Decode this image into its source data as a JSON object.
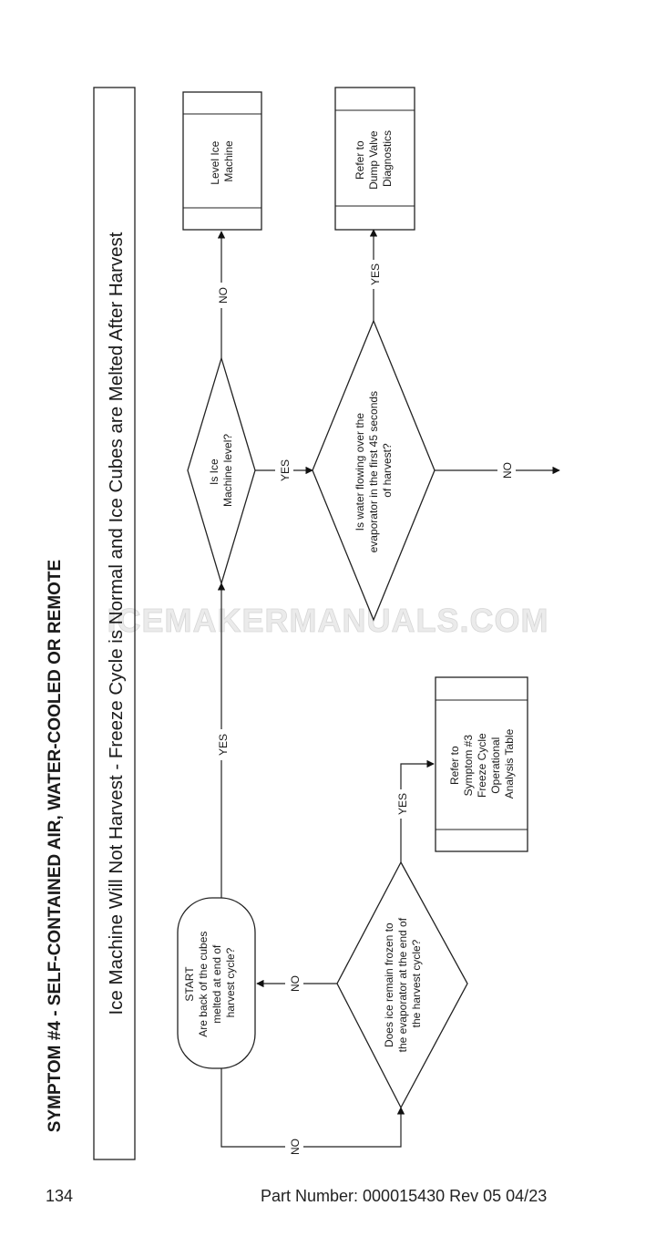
{
  "page": {
    "symptom_heading": "SYMPTOM #4 - SELF-CONTAINED AIR, WATER-COOLED OR REMOTE",
    "subtitle": "Ice Machine Will Not Harvest - Freeze Cycle is Normal and Ice Cubes are Melted After Harvest",
    "watermark": "ICEMAKERMANUALS.COM",
    "page_number": "134",
    "part_number": "Part Number: 000015430 Rev 05 04/23"
  },
  "flow": {
    "start": [
      "START",
      "Are back of the cubes",
      "melted at end of",
      "harvest cycle?"
    ],
    "level_question": [
      "Is Ice",
      "Machine level?"
    ],
    "water_question": [
      "Is water flowing over the",
      "evaporator in the first 45 seconds",
      "of harvest?"
    ],
    "frozen_question": [
      "Does ice remain frozen to",
      "the evaporator at the end of",
      "the harvest cycle?"
    ],
    "level_action": [
      "Level Ice",
      "Machine"
    ],
    "dump_action": [
      "Refer to",
      "Dump Valve",
      "Diagnostics"
    ],
    "symptom3_action": [
      "Refer to",
      "Symptom #3",
      "Freeze Cycle",
      "Operational",
      "Analysis Table"
    ],
    "labels": {
      "yes": "YES",
      "no": "NO"
    }
  }
}
